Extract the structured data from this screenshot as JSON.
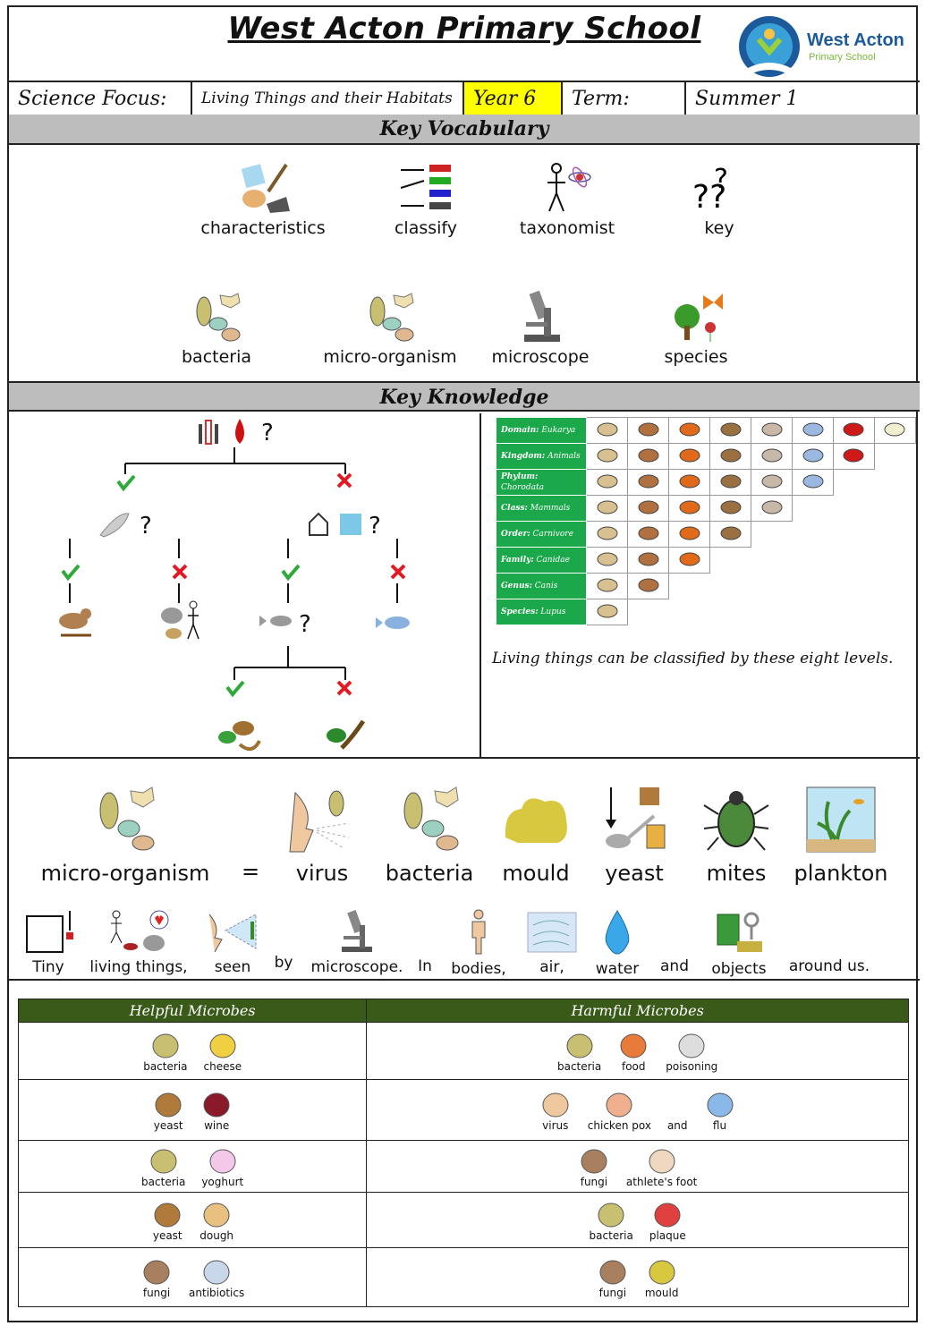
{
  "header": {
    "title": "West Acton Primary School",
    "logo_name": "West Acton",
    "logo_sub": "Primary School"
  },
  "focus": {
    "label": "Science Focus:",
    "topic": "Living Things and their Habitats",
    "year": "Year 6",
    "term_label": "Term:",
    "term": "Summer 1"
  },
  "sections": {
    "vocab": "Key Vocabulary",
    "knowledge": "Key Knowledge"
  },
  "vocabulary": [
    "characteristics",
    "classify",
    "taxonomist",
    "key",
    "bacteria",
    "micro-organism",
    "microscope",
    "species"
  ],
  "classification": {
    "levels": [
      {
        "name": "Domain:",
        "value": "Eukarya"
      },
      {
        "name": "Kingdom:",
        "value": "Animals"
      },
      {
        "name": "Phylum:",
        "value": "Chorodata"
      },
      {
        "name": "Class:",
        "value": "Mammals"
      },
      {
        "name": "Order:",
        "value": "Carnivore"
      },
      {
        "name": "Family:",
        "value": "Canidae"
      },
      {
        "name": "Genus:",
        "value": "Canis"
      },
      {
        "name": "Species:",
        "value": "Lupus"
      }
    ],
    "caption": "Living things can be classified by these eight levels."
  },
  "micro": {
    "words": [
      "micro-organism",
      "=",
      "virus",
      "bacteria",
      "mould",
      "yeast",
      "mites",
      "plankton"
    ]
  },
  "sentence": [
    "Tiny",
    "living things,",
    "seen",
    "by",
    "microscope.",
    "In",
    "bodies,",
    "air,",
    "water",
    "and",
    "objects",
    "around us."
  ],
  "microbes": {
    "helpful_header": "Helpful Microbes",
    "harmful_header": "Harmful Microbes",
    "rows": [
      {
        "helpful": [
          "bacteria",
          "cheese"
        ],
        "harmful": [
          "bacteria",
          "food",
          "poisoning"
        ]
      },
      {
        "helpful": [
          "yeast",
          "wine"
        ],
        "harmful": [
          "virus",
          "chicken pox",
          "and",
          "flu"
        ]
      },
      {
        "helpful": [
          "bacteria",
          "yoghurt"
        ],
        "harmful": [
          "fungi",
          "athlete's foot"
        ]
      },
      {
        "helpful": [
          "yeast",
          "dough"
        ],
        "harmful": [
          "bacteria",
          "plaque"
        ]
      },
      {
        "helpful": [
          "fungi",
          "antibiotics"
        ],
        "harmful": [
          "fungi",
          "mould"
        ]
      }
    ]
  },
  "colors": {
    "band": "#bdbdbd",
    "year": "#ffff00",
    "green_cell": "#1aa84a",
    "table_header": "#3a5a1a",
    "tick": "#2eaa3a",
    "cross": "#e01b24"
  }
}
